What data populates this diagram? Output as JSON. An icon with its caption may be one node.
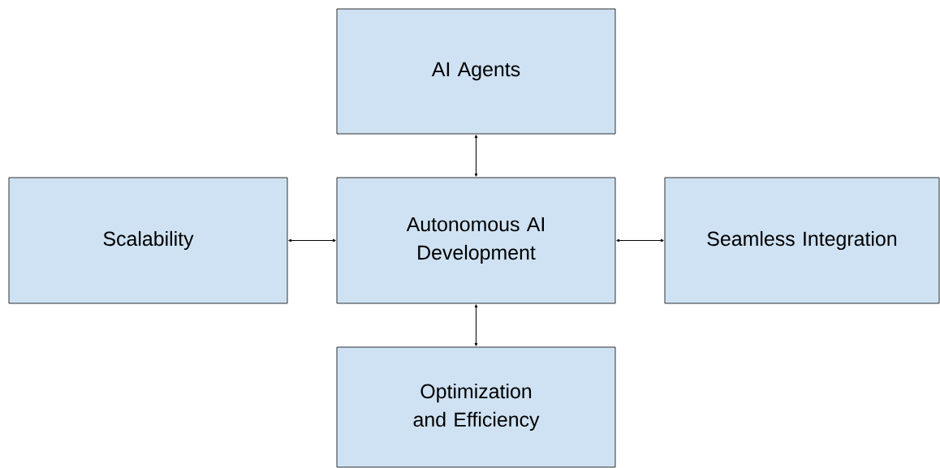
{
  "diagram": {
    "nodes": [
      {
        "text": [
          "AI Agents"
        ]
      },
      {
        "text": [
          "Scalability"
        ]
      },
      {
        "text": [
          "Autonomous AI Development"
        ]
      },
      {
        "text": [
          "Seamless Integration"
        ]
      },
      {
        "text": [
          "Optimization and Efficiency"
        ]
      }
    ],
    "edges": [
      {
        "from": 2,
        "to": 0,
        "arrow": "both"
      },
      {
        "from": 2,
        "to": 1,
        "arrow": "both"
      },
      {
        "from": 2,
        "to": 3,
        "arrow": "both"
      },
      {
        "from": 2,
        "to": 4,
        "arrow": "both"
      }
    ]
  }
}
